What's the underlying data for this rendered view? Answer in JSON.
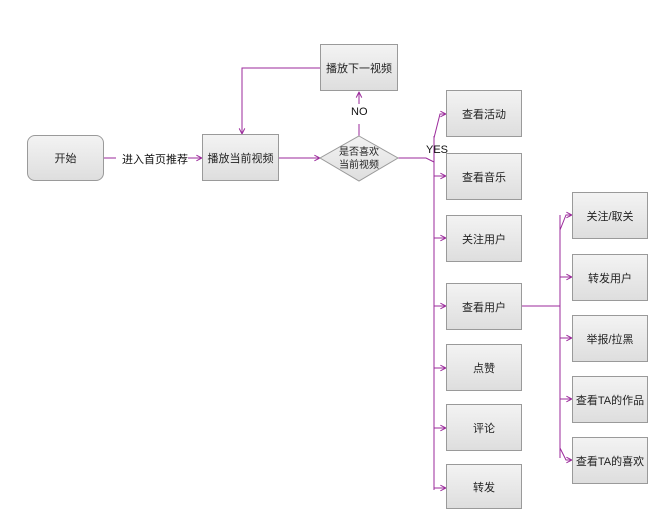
{
  "nodes": {
    "start": "开始",
    "play_current": "播放当前视频",
    "play_next": "播放下一视频",
    "like_decision_line1": "是否喜欢",
    "like_decision_line2": "当前视频",
    "activity": "查看活动",
    "music": "查看音乐",
    "follow": "关注用户",
    "view_user": "查看用户",
    "like": "点赞",
    "comment": "评论",
    "share": "转发",
    "follow_unfollow": "关注/取关",
    "forward_user": "转发用户",
    "report_block": "举报/拉黑",
    "view_works": "查看TA的作品",
    "view_likes": "查看TA的喜欢"
  },
  "labels": {
    "enter_home": "进入首页推荐",
    "no": "NO",
    "yes": "YES"
  },
  "colors": {
    "connector": "#9b2a9b",
    "node_border": "#9a9a9a",
    "node_fill_top": "#f3f3f3",
    "node_fill_bottom": "#dedede"
  }
}
